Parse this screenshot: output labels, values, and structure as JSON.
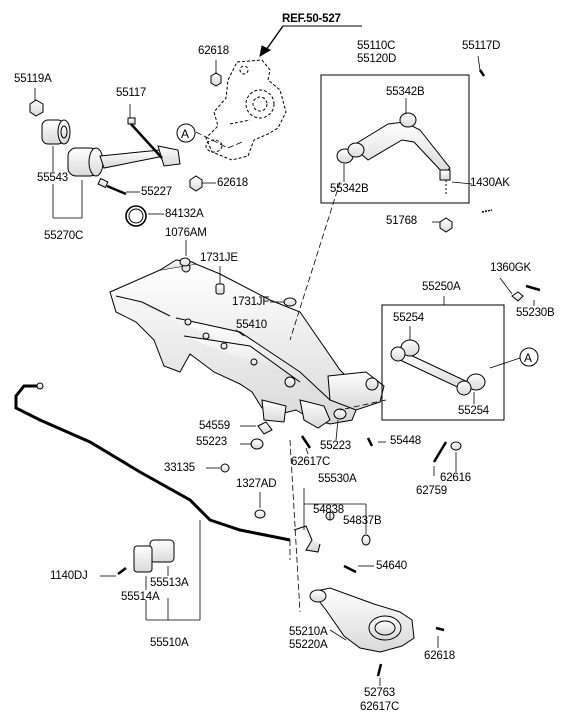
{
  "diagram": {
    "reference": "REF.50-527",
    "callout_letter": "A",
    "part_labels": {
      "p55119A": "55119A",
      "p62618_top": "62618",
      "p55117": "55117",
      "p55543": "55543",
      "p55227": "55227",
      "p62618_knuckle": "62618",
      "p84132A": "84132A",
      "p55270C": "55270C",
      "p55110C": "55110C",
      "p55120D": "55120D",
      "p55117D": "55117D",
      "p55342B_top": "55342B",
      "p55342B_bottom": "55342B",
      "p1430AK": "1430AK",
      "p51768": "51768",
      "p1076AM": "1076AM",
      "p1731JE": "1731JE",
      "p1731JF": "1731JF",
      "p1360GK": "1360GK",
      "p55250A": "55250A",
      "p55230B": "55230B",
      "p55254_top": "55254",
      "p55254_bottom": "55254",
      "p55410": "55410",
      "p54559": "54559",
      "p55223_left": "55223",
      "p55223_right": "55223",
      "p55448": "55448",
      "p62617C_mid": "62617C",
      "p62759": "62759",
      "p62616": "62616",
      "p33135": "33135",
      "p1327AD": "1327AD",
      "p55530A": "55530A",
      "p54838": "54838",
      "p54837B": "54837B",
      "p1140DJ": "1140DJ",
      "p55513A": "55513A",
      "p55514A": "55514A",
      "p55510A": "55510A",
      "p54640": "54640",
      "p55210A": "55210A",
      "p55220A": "55220A",
      "p62618_bottom": "62618",
      "p52763": "52763",
      "p62617C_bottom": "62617C"
    }
  }
}
